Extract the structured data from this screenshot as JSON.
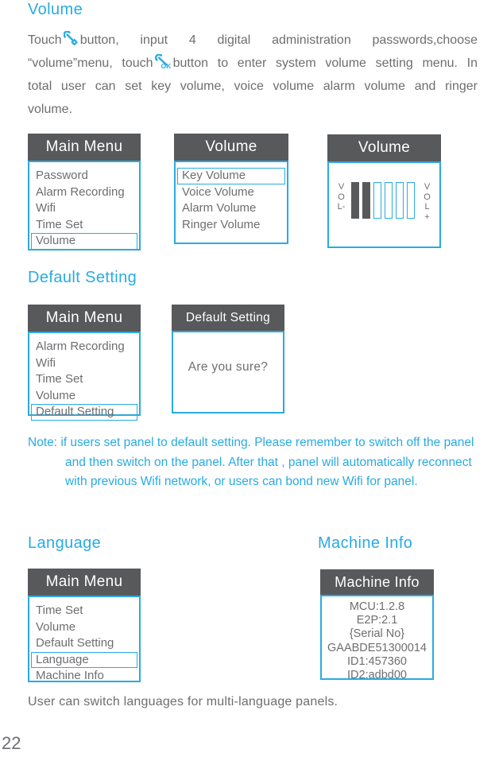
{
  "colors": {
    "accent": "#29ABE2",
    "header_bg": "#58595B",
    "body_text": "#6D6E71"
  },
  "volume_section": {
    "heading": "Volume",
    "intro": {
      "seg1": "Touch",
      "icon1": "settings-wrench-icon",
      "seg2": "button, input 4 digital administration passwords,choose “volume”menu, touch",
      "icon2": "ok-wrench-icon",
      "seg3": "button to enter system volume setting menu. In total user can set key volume, voice volume alarm volume and ringer volume."
    },
    "main_menu": {
      "title": "Main Menu",
      "items": [
        "Password",
        "Alarm Recording",
        "Wifi",
        "Time Set",
        "Volume"
      ],
      "selected": "Volume"
    },
    "volume_menu": {
      "title": "Volume",
      "items": [
        "Key Volume",
        "Voice Volume",
        "Alarm Volume",
        "Ringer Volume"
      ],
      "selected": "Key Volume"
    },
    "volume_level": {
      "title": "Volume",
      "left_label": "VOL-",
      "right_label": "VOL+",
      "filled_bars": 2,
      "total_bars": 6
    }
  },
  "default_section": {
    "heading": "Default Setting",
    "main_menu": {
      "title": "Main Menu",
      "items": [
        "Alarm Recording",
        "Wifi",
        "Time Set",
        "Volume",
        "Default Setting"
      ],
      "selected": "Default Setting"
    },
    "confirm": {
      "title": "Default Setting",
      "message": "Are you sure?"
    }
  },
  "note": {
    "label": "Note:",
    "text": "if users set panel to default setting. Please remember to  switch off the panel and then switch on the panel. After that , panel will automatically reconnect with previous Wifi network, or users can bond new Wifi for panel."
  },
  "language_section": {
    "heading": "Language",
    "main_menu": {
      "title": "Main Menu",
      "items": [
        "Time Set",
        "Volume",
        "Default Setting",
        "Language",
        "Machine Info"
      ],
      "selected": "Language"
    }
  },
  "machine_section": {
    "heading": "Machine Info",
    "info": {
      "title": "Machine Info",
      "lines": [
        "MCU:1.2.8",
        "E2P:2.1",
        "{Serial No}",
        "GAABDE51300014",
        "ID1:457360",
        "ID2:adbd00"
      ]
    }
  },
  "footer": "User can switch languages for multi-language panels.",
  "page_number": "22"
}
